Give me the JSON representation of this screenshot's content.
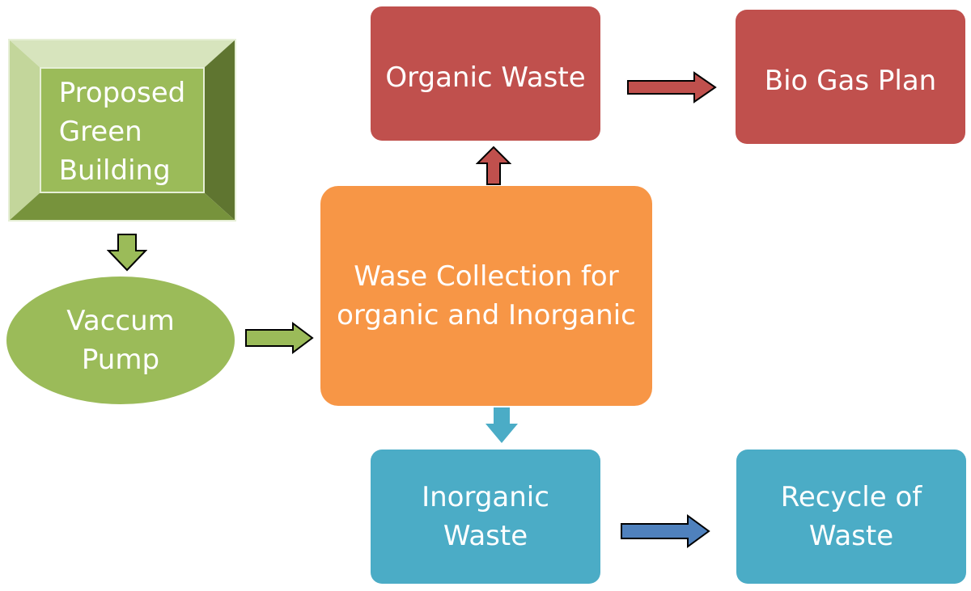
{
  "nodes": {
    "green_building": "Proposed\nGreen\nBuilding",
    "vacuum_pump": "Vaccum\nPump",
    "waste_collection": "Wase Collection for\norganic and Inorganic",
    "organic_waste": "Organic Waste",
    "bio_gas_plan": "Bio Gas Plan",
    "inorganic_waste": "Inorganic\nWaste",
    "recycle": "Recycle of\nWaste"
  },
  "colors": {
    "green": "#9bbb59",
    "green_light": "#c3d69b",
    "green_dark": "#5f7530",
    "orange": "#f79646",
    "red": "#c0504d",
    "teal": "#4bacc6",
    "blue_arrow": "#4f81bd"
  }
}
